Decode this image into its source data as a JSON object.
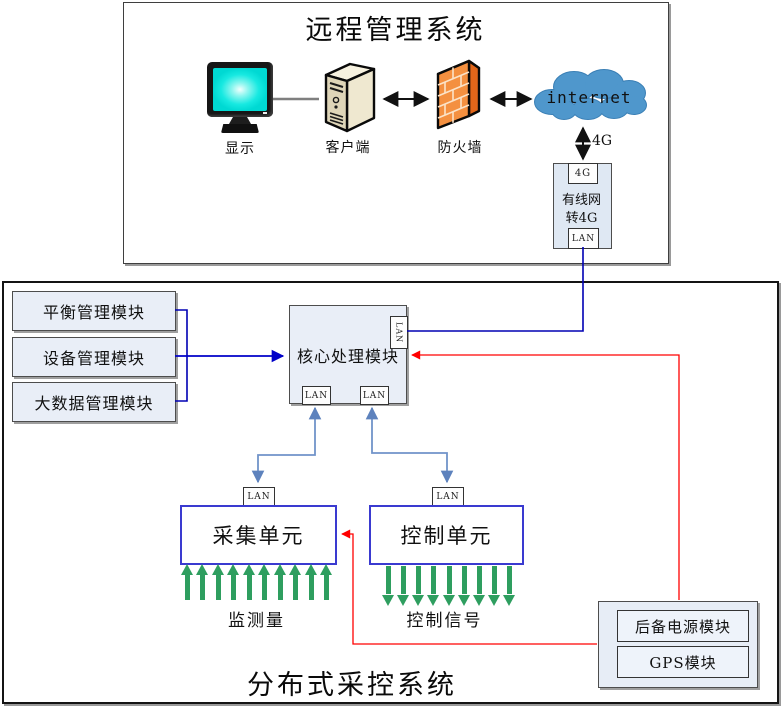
{
  "colors": {
    "navy_line": "#0000B4",
    "light_blue_line": "#7193C9",
    "red_line": "#FF0000",
    "green_arrow": "#2E9E5F",
    "module_fill": "#E9EEF7",
    "unit_border": "#3A3AD0",
    "cloud_fill": "#4F97CC",
    "firewall_orange": "#F08A3C",
    "screen_cyan": "#17E9E1"
  },
  "remote_system": {
    "title": "远程管理系统",
    "display_label": "显示",
    "client_label": "客户端",
    "firewall_label": "防火墙",
    "internet_label": "internet",
    "link_4g_label": "4G",
    "gateway": {
      "top_port": "4G",
      "name_line1": "有线网",
      "name_line2": "转4G",
      "bottom_port": "LAN"
    }
  },
  "distributed_system": {
    "title": "分布式采控系统",
    "modules": [
      {
        "label": "平衡管理模块"
      },
      {
        "label": "设备管理模块"
      },
      {
        "label": "大数据管理模块"
      }
    ],
    "core": {
      "label": "核心处理模块",
      "right_port": "LAN",
      "bottom_port_left": "LAN",
      "bottom_port_right": "LAN"
    },
    "units": [
      {
        "label": "采集单元",
        "port": "LAN",
        "signal_label": "监测量",
        "arrow_dir": "up",
        "arrow_count": 10
      },
      {
        "label": "控制单元",
        "port": "LAN",
        "signal_label": "控制信号",
        "arrow_dir": "down",
        "arrow_count": 9
      }
    ],
    "aux": {
      "backup_power": "后备电源模块",
      "gps": "GPS模块"
    }
  }
}
